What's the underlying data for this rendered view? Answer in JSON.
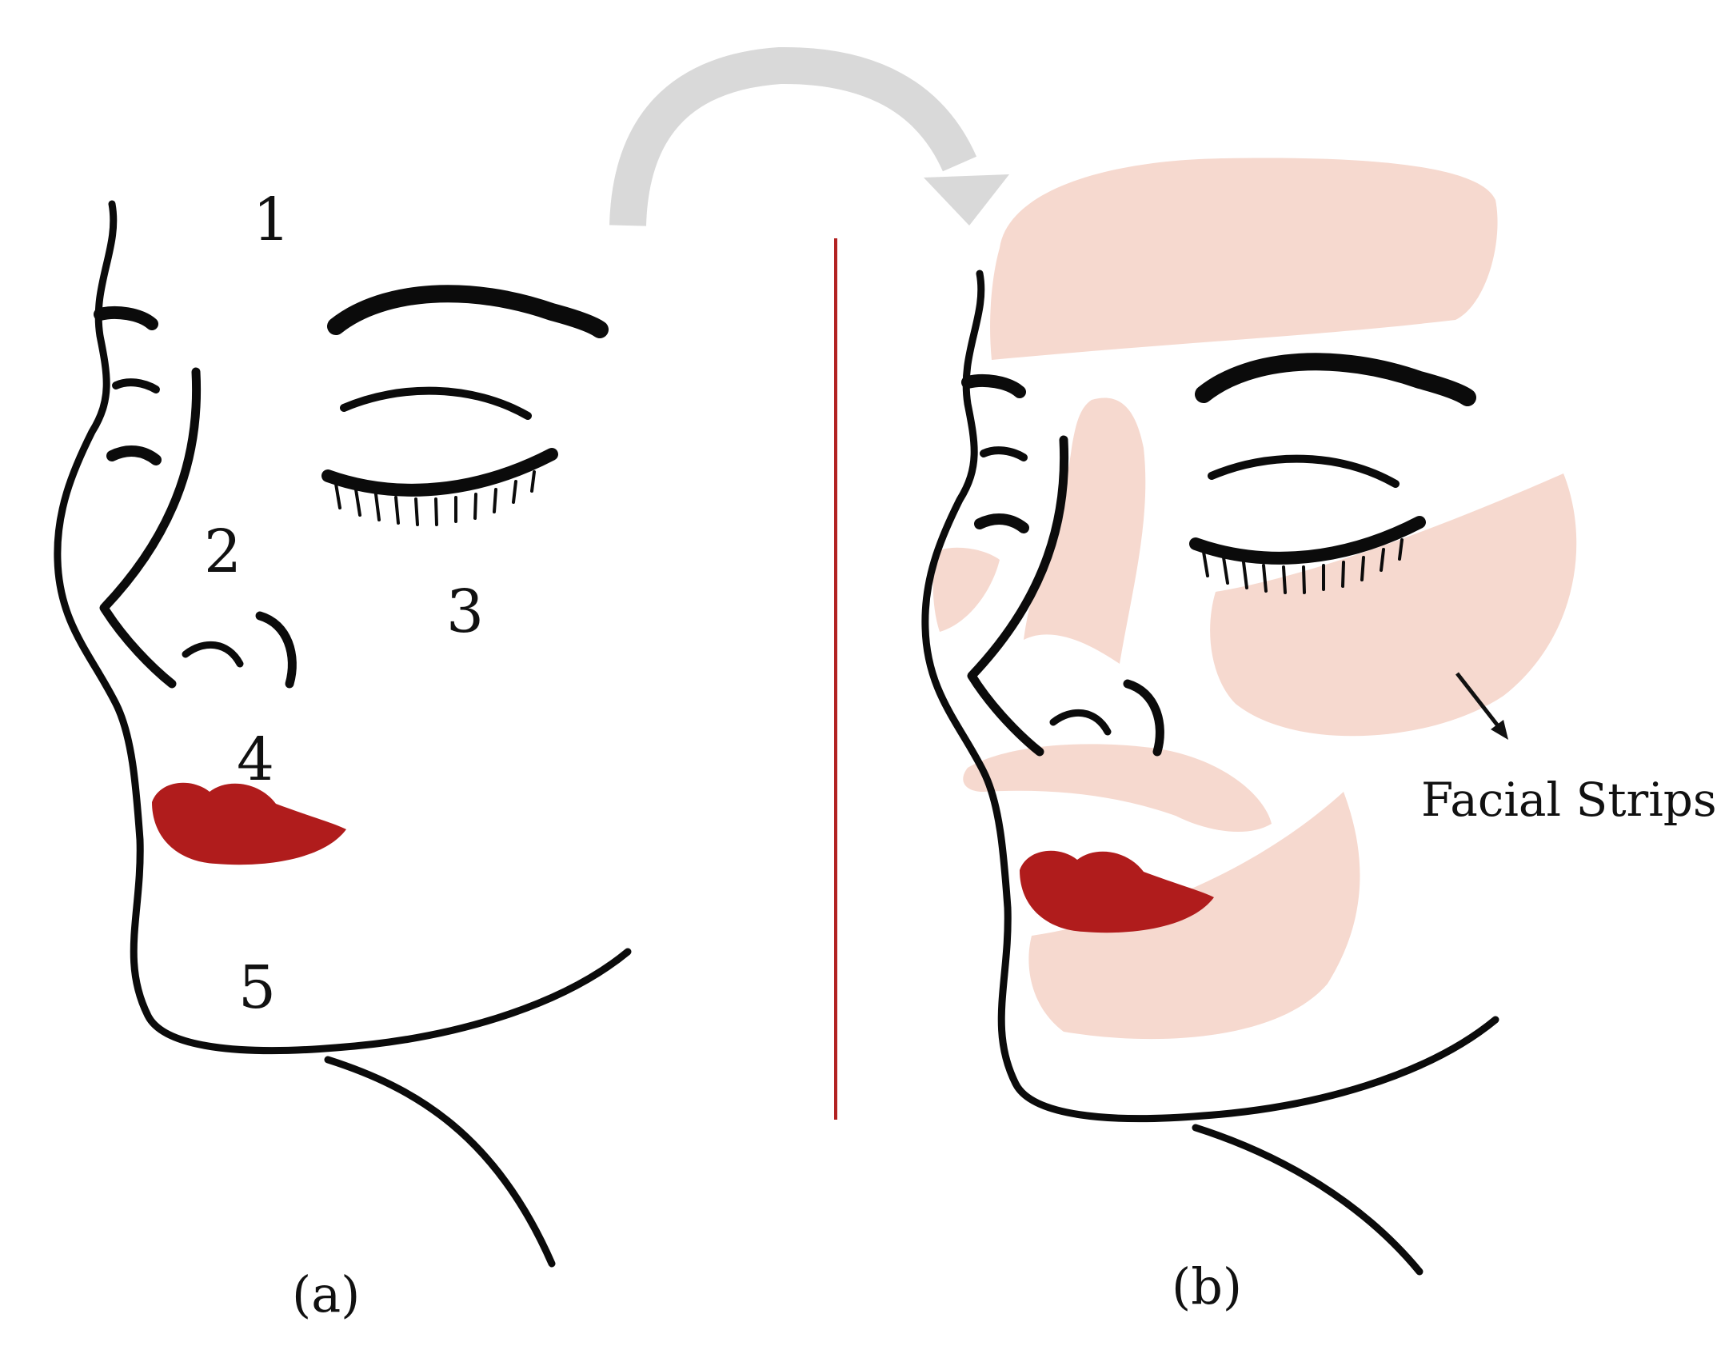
{
  "regions": {
    "one": "1",
    "two": "2",
    "three": "3",
    "four": "4",
    "five": "5"
  },
  "panels": {
    "a": "(a)",
    "b": "(b)"
  },
  "callout": {
    "label": "Facial Strips"
  },
  "colors": {
    "ink": "#0b0b0b",
    "lips": "#b01c1c",
    "strip": "#f6d9cf",
    "divider": "#b22222",
    "arrow": "#d9d9d9"
  }
}
